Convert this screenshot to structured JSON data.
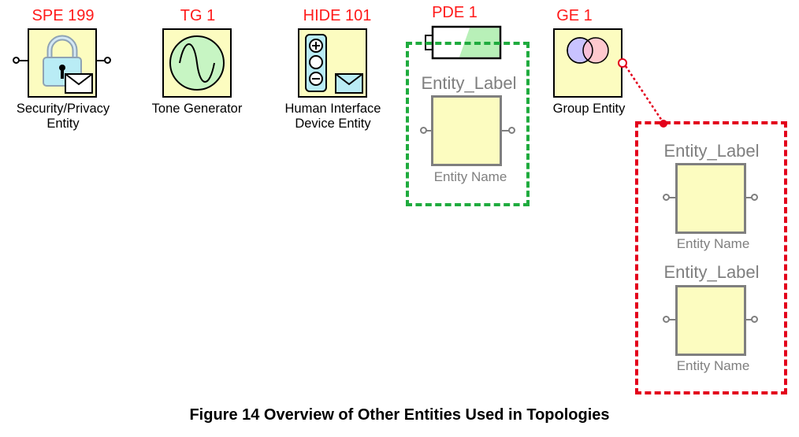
{
  "entities": [
    {
      "tag": "SPE 199",
      "caption": "Security/Privacy\nEntity",
      "icon": "lock-envelope-icon"
    },
    {
      "tag": "TG 1",
      "caption": "Tone Generator",
      "icon": "sine-wave-icon"
    },
    {
      "tag": "HIDE 101",
      "caption": "Human Interface\nDevice Entity",
      "icon": "hid-controls-icon"
    },
    {
      "tag": "PDE 1",
      "caption": "",
      "icon": "battery-icon"
    },
    {
      "tag": "GE 1",
      "caption": "Group Entity",
      "icon": "venn-circles-icon"
    }
  ],
  "pde_group": {
    "label": "Entity_Label",
    "name": "Entity Name"
  },
  "ge_group": [
    {
      "label": "Entity_Label",
      "name": "Entity Name"
    },
    {
      "label": "Entity_Label",
      "name": "Entity Name"
    }
  ],
  "colors": {
    "tag": "#ff1a1a",
    "block_fill": "#fcfcc0",
    "green_frame": "#1fab3e",
    "red_frame": "#e3001b",
    "grey": "#7f7f7f"
  },
  "figure_caption": "Figure 14 Overview of Other Entities Used in Topologies"
}
